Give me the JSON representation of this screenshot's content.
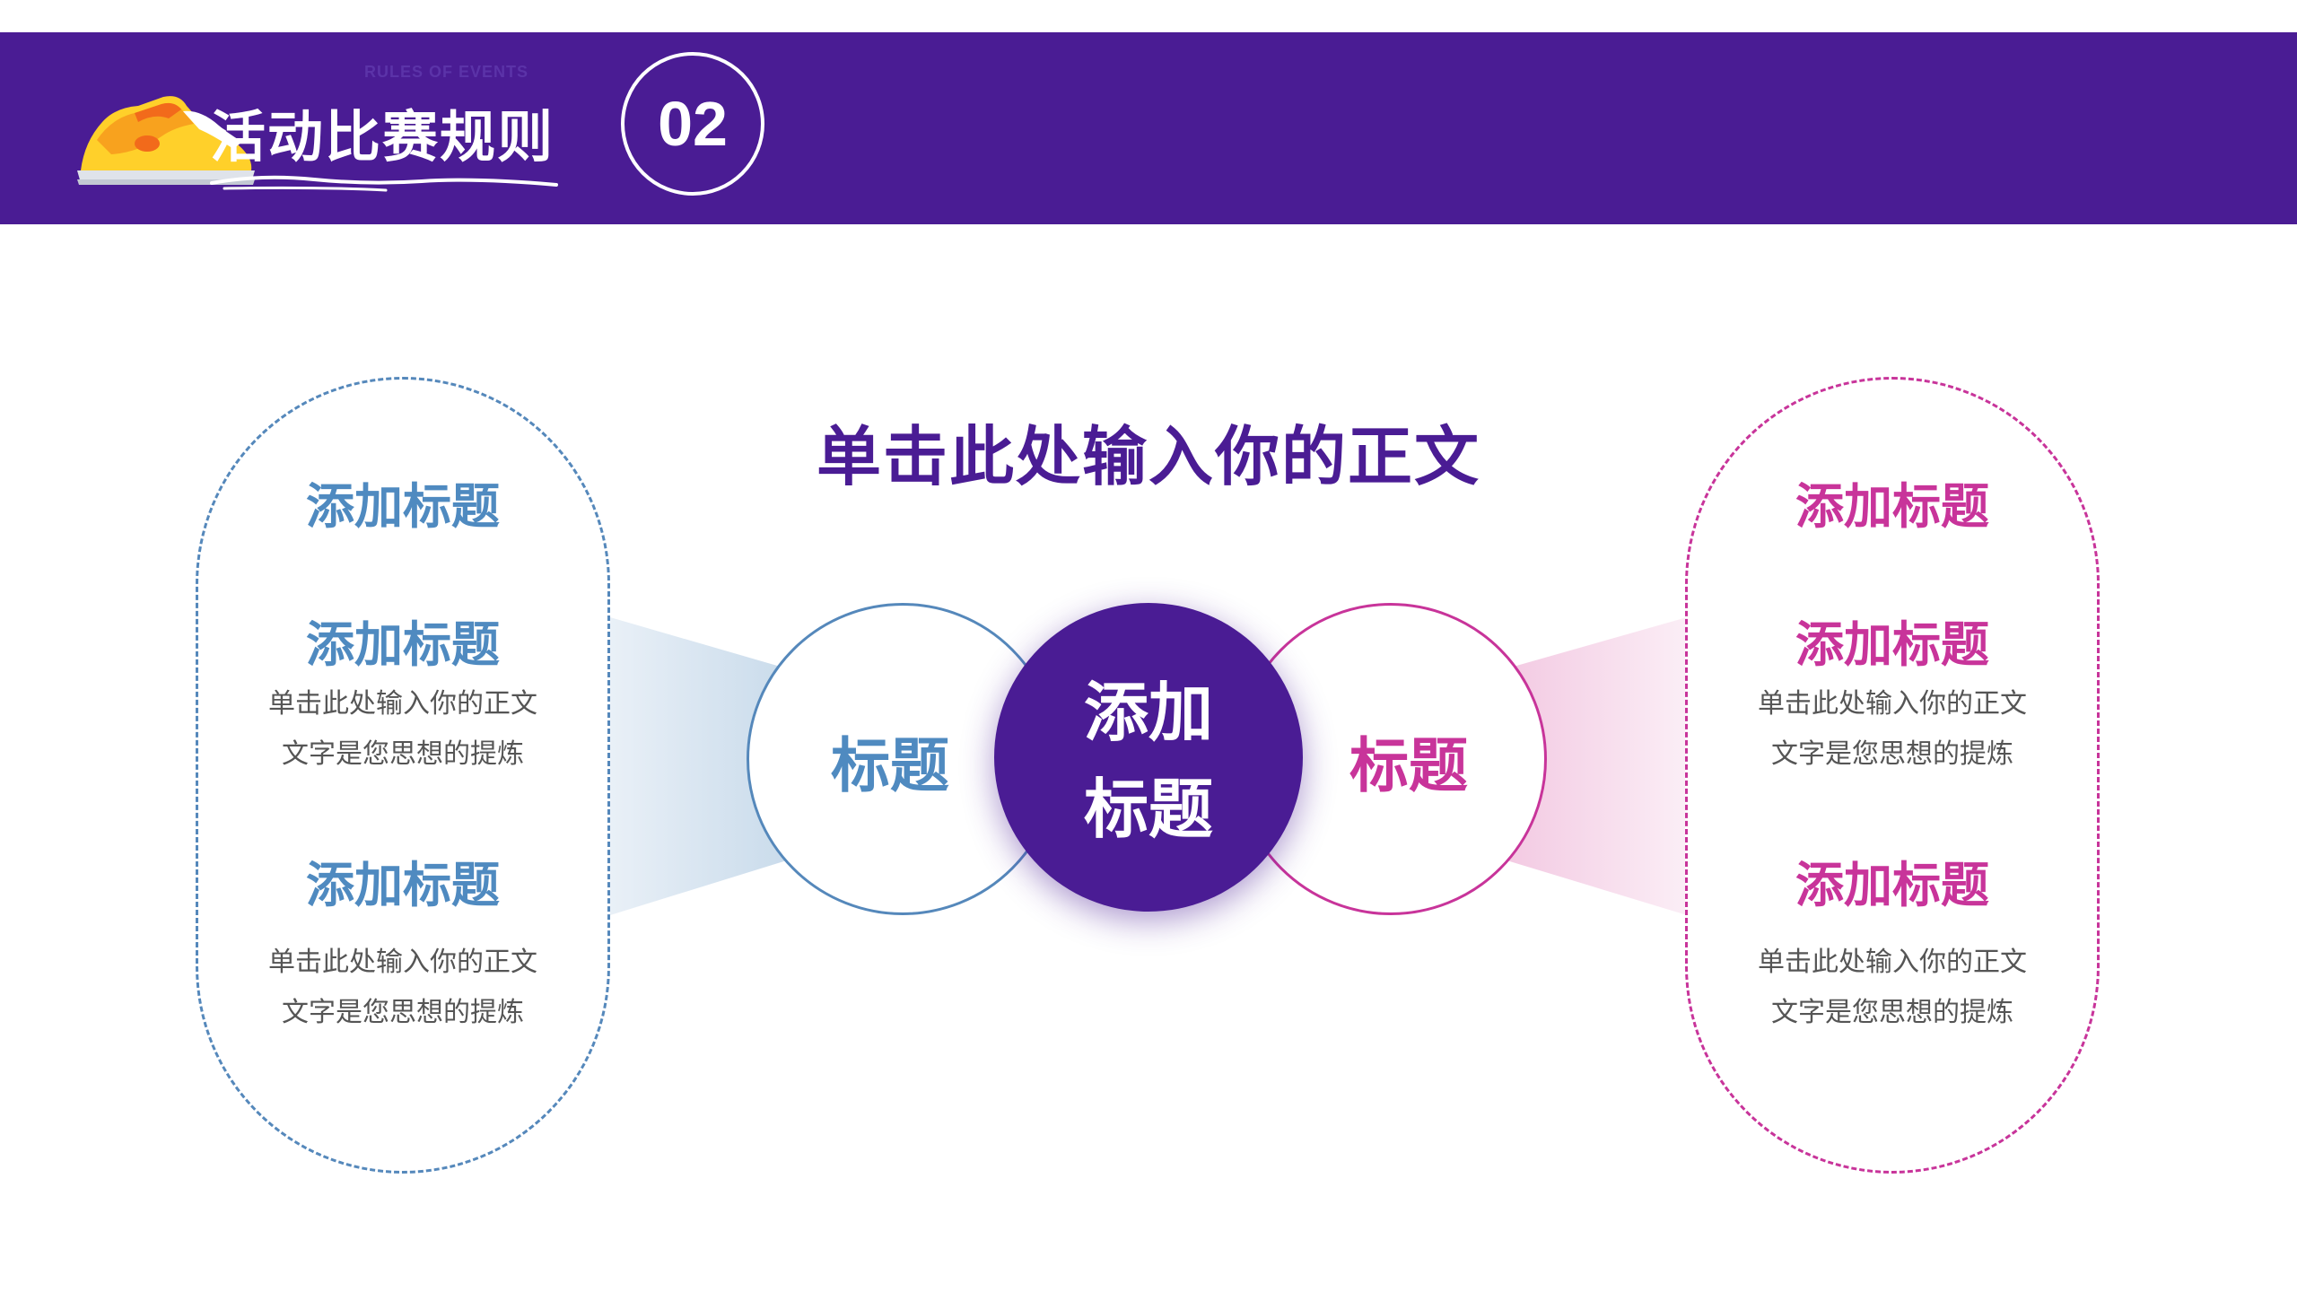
{
  "header": {
    "title": "活动比赛规则",
    "subtitle": "RULES OF EVENTS",
    "number": "02",
    "logo_icon": "sneaker-icon",
    "background_color": "#4a1c94"
  },
  "main": {
    "title": "单击此处输入你的正文"
  },
  "left_panel": {
    "accent_color": "#4f8ac0",
    "items": [
      {
        "heading": "添加标题"
      },
      {
        "heading": "添加标题",
        "body_line1": "单击此处输入你的正文",
        "body_line2": "文字是您思想的提炼"
      },
      {
        "heading": "添加标题",
        "body_line1": "单击此处输入你的正文",
        "body_line2": "文字是您思想的提炼"
      }
    ]
  },
  "right_panel": {
    "accent_color": "#c8349a",
    "items": [
      {
        "heading": "添加标题"
      },
      {
        "heading": "添加标题",
        "body_line1": "单击此处输入你的正文",
        "body_line2": "文字是您思想的提炼"
      },
      {
        "heading": "添加标题",
        "body_line1": "单击此处输入你的正文",
        "body_line2": "文字是您思想的提炼"
      }
    ]
  },
  "circles": {
    "left_label": "标题",
    "center_line1": "添加",
    "center_line2": "标题",
    "right_label": "标题"
  }
}
